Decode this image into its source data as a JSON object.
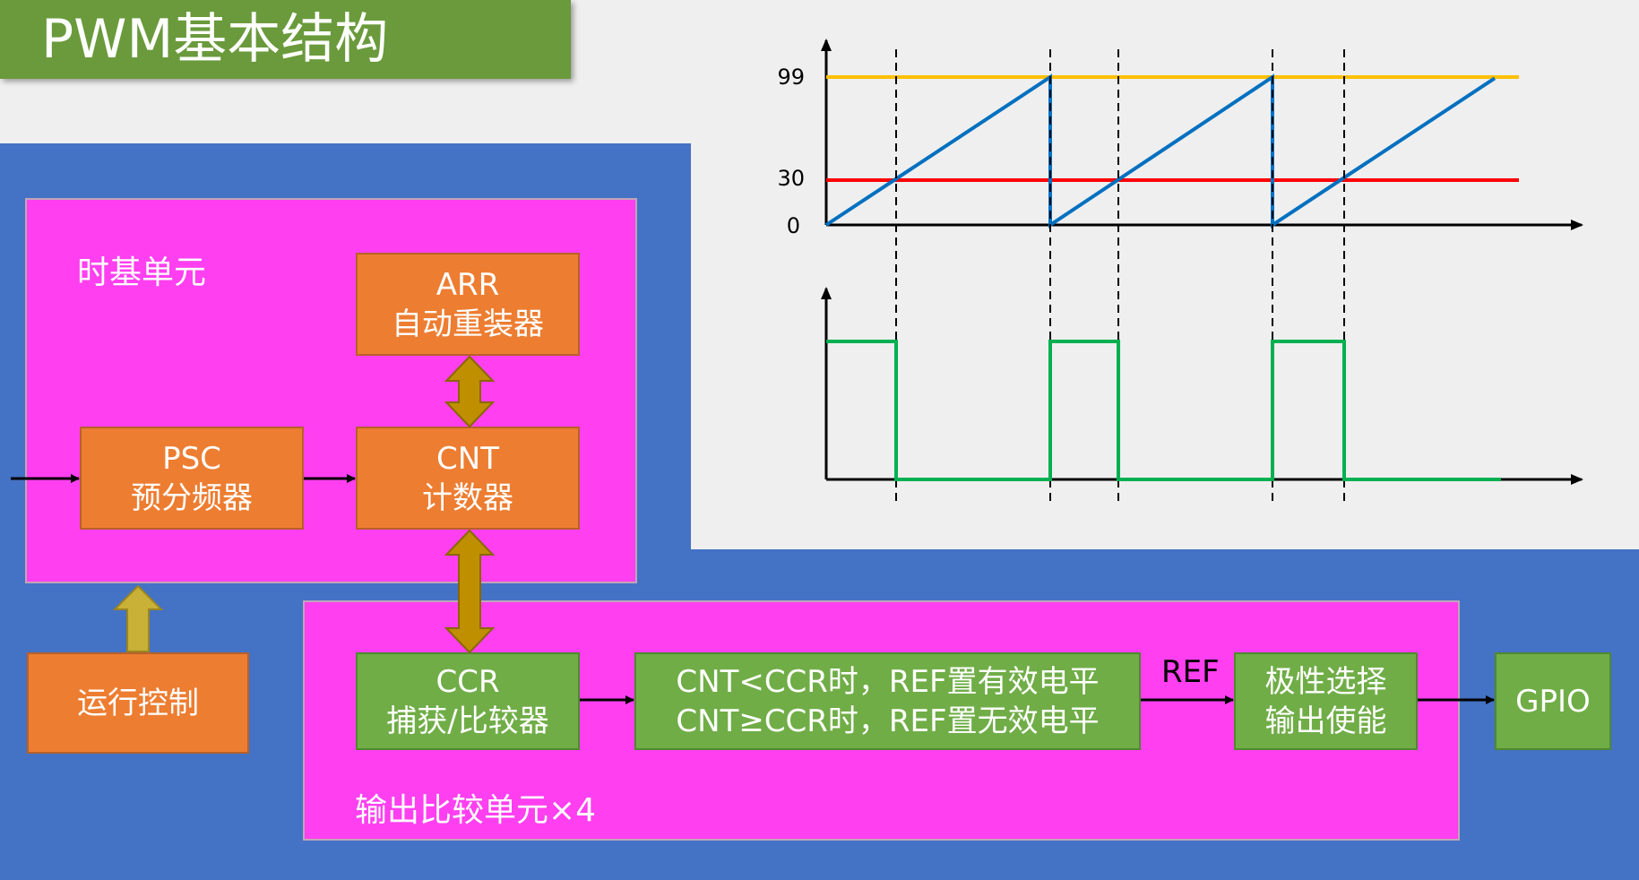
{
  "title": "PWM基本结构",
  "time_base": {
    "label": "时基单元",
    "arr": {
      "line1": "ARR",
      "line2": "自动重装器"
    },
    "cnt": {
      "line1": "CNT",
      "line2": "计数器"
    },
    "psc": {
      "line1": "PSC",
      "line2": "预分频器"
    }
  },
  "run_control": "运行控制",
  "output_compare": {
    "label": "输出比较单元×4",
    "ccr": {
      "line1": "CCR",
      "line2": "捕获/比较器"
    },
    "mode": {
      "line1": "CNT<CCR时，REF置有效电平",
      "line2": "CNT≥CCR时，REF置无效电平"
    },
    "ref": "REF",
    "polarity": {
      "line1": "极性选择",
      "line2": "输出使能"
    },
    "gpio": "GPIO"
  },
  "waveform": {
    "y_ticks": [
      "99",
      "30",
      "0"
    ],
    "arr_value": 99,
    "ccr_value": 30
  },
  "colors": {
    "arr_line": "#ffc000",
    "ccr_line": "#ff0000",
    "counter": "#0070c0",
    "pwm": "#00b050"
  }
}
